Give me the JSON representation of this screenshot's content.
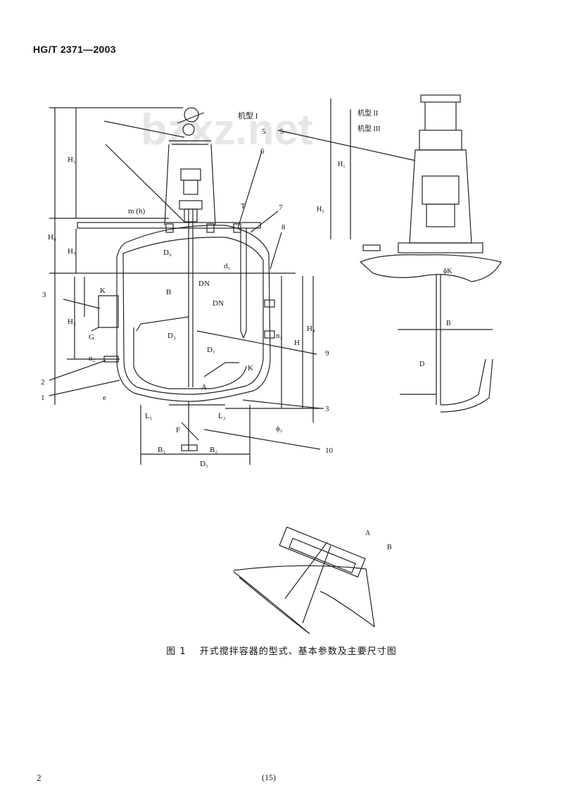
{
  "header": {
    "standard_number": "HG/T 2371—2003"
  },
  "watermark": "bzxz.net",
  "figure": {
    "caption_number": "图 1",
    "caption_text": "开式搅拌容器的型式、基本参数及主要尺寸图",
    "main_view_labels": {
      "motor_model": "机型 I",
      "h1": "H₁",
      "h0": "H₀",
      "h3": "H₃",
      "h2": "H₂",
      "h": "H",
      "h4": "H₄",
      "m_h": "m (h)",
      "d0": "D₀",
      "t": "T",
      "d1_small": "d₁",
      "dn1": "DN",
      "dn2": "DN",
      "b": "B",
      "d2": "D₂",
      "d1": "D₁",
      "g_left": "G",
      "k_left": "K",
      "n2": "n₂",
      "n1": "n₁",
      "k_right": "K",
      "a_label": "A",
      "d5": "D₅",
      "b1": "B₁",
      "b2": "B₂",
      "f": "F",
      "l_left": "L₁",
      "l_right": "L₂",
      "phi1": "ϕ₁",
      "e": "e",
      "leader_numbers": [
        "1",
        "2",
        "3",
        "3",
        "5",
        "6",
        "7",
        "8",
        "9",
        "10"
      ]
    },
    "side_view_labels": {
      "motor_types": [
        "机型 II",
        "机型 III"
      ],
      "five": "5",
      "h_label": "H₁",
      "hs": "H₅",
      "b": "B",
      "d": "D",
      "dk": "ϕK"
    },
    "detail_labels": {
      "a": "A",
      "b": "B"
    }
  },
  "footer": {
    "page_number": "2",
    "mark": "(15)"
  }
}
